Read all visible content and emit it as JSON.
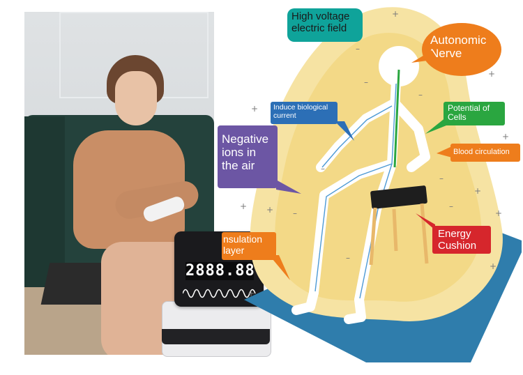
{
  "labels": {
    "high_voltage": "High voltage\nelectric field",
    "autonomic": "Autonomic\nNerve",
    "induce": "Induce biological\ncurrent",
    "potential": "Potential of\nCells",
    "negative": "Negative\nions in\nthe air",
    "blood": "Blood circulation",
    "insulation": "nsulation\nlayer",
    "energy": "Energy\nCushion"
  },
  "device": {
    "display_digits": "2888.88"
  },
  "colors": {
    "teal": "#0fa39a",
    "orange": "#ee7d1c",
    "blue": "#2c6fb6",
    "green": "#2aa640",
    "purple": "#6c56a4",
    "red": "#d6262c",
    "field_yellow": "#f6e3a3",
    "floor_blue": "#2f7dac"
  }
}
